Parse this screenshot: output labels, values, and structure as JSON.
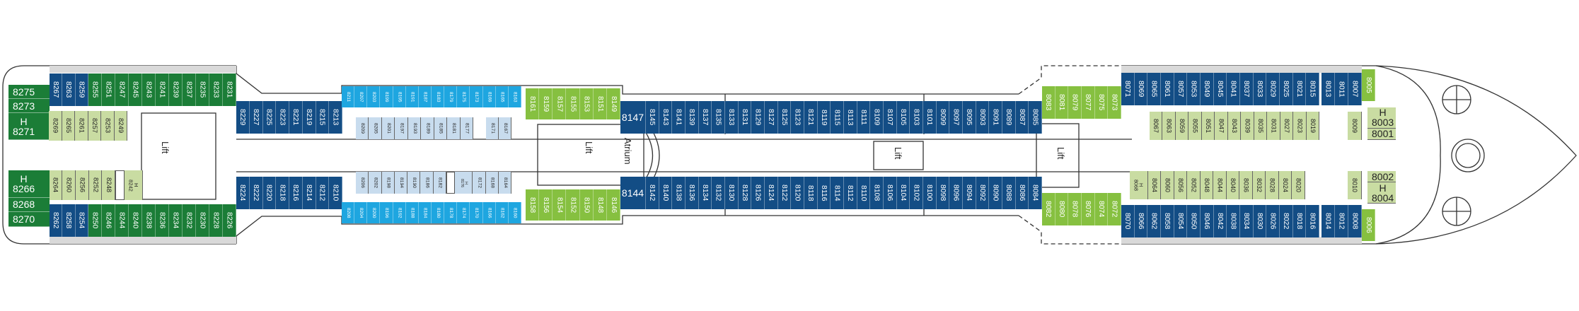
{
  "deck": {
    "labels": {
      "lift": "Lift",
      "atrium": "Atrium"
    },
    "colors": {
      "dark_blue": "#134d85",
      "dark_green": "#1b7d37",
      "light_green": "#c9dca2",
      "lime": "#86c040",
      "light_blue": "#1ea6e0",
      "pale_blue": "#c8dcee",
      "hull_line": "#333333"
    },
    "groups": [
      {
        "id": "aft-port-blue",
        "category": "dark_blue",
        "cabins": [
          "8267",
          "8263",
          "8259"
        ]
      },
      {
        "id": "aft-port-green",
        "category": "dark_green",
        "cabins": [
          "8255",
          "8251",
          "8247",
          "8245",
          "8243",
          "8241",
          "8239",
          "8237",
          "8235",
          "8233",
          "8231"
        ]
      },
      {
        "id": "stern-port",
        "category": "dark_green",
        "cabins": [
          "8275",
          "8273",
          "H 8271"
        ]
      },
      {
        "id": "aft-inner-port",
        "category": "light_green",
        "cabins": [
          "8269",
          "8265",
          "8261",
          "8257",
          "8253",
          "8249"
        ]
      },
      {
        "id": "aft-inner-stbd",
        "category": "light_green",
        "cabins": [
          "8264",
          "8260",
          "8256",
          "8252",
          "8248",
          "",
          "H 8242"
        ]
      },
      {
        "id": "stern-stbd",
        "category": "dark_green",
        "cabins": [
          "H 8266",
          "8268",
          "8270"
        ]
      },
      {
        "id": "aft-stbd-blue",
        "category": "dark_blue",
        "cabins": [
          "8262",
          "8258",
          "8254"
        ]
      },
      {
        "id": "aft-stbd-green",
        "category": "dark_green",
        "cabins": [
          "8250",
          "8246",
          "8244",
          "8240",
          "8238",
          "8236",
          "8234",
          "8232",
          "8230",
          "8228",
          "8226"
        ]
      },
      {
        "id": "mid-aft-port",
        "category": "dark_blue",
        "cabins": [
          "8229",
          "8227",
          "8225",
          "8223",
          "8221",
          "8219",
          "8215",
          "8213"
        ]
      },
      {
        "id": "mid-aft-stbd",
        "category": "dark_blue",
        "cabins": [
          "8224",
          "8222",
          "8220",
          "8218",
          "8216",
          "8214",
          "8212",
          "8210"
        ]
      },
      {
        "id": "lb-port",
        "category": "light_blue",
        "cabins": [
          "8211",
          "8207",
          "8203",
          "8199",
          "8195",
          "8191",
          "8187",
          "8183",
          "8179",
          "8175",
          "8173",
          "8169",
          "8165",
          "8163"
        ]
      },
      {
        "id": "pb-inner-port-a",
        "category": "pale_blue",
        "cabins": [
          "8209",
          "8205",
          "8201",
          "8197",
          "8193",
          "8189",
          "8185",
          "8181",
          "8177"
        ]
      },
      {
        "id": "pb-inner-port-b",
        "category": "pale_blue",
        "cabins": [
          "8171",
          "8167"
        ]
      },
      {
        "id": "pb-inner-stbd",
        "category": "pale_blue",
        "cabins": [
          "8206",
          "8202",
          "8198",
          "8194",
          "8190",
          "8186",
          "8182",
          "",
          "H 8176",
          "8172",
          "8168",
          "8164"
        ]
      },
      {
        "id": "lb-stbd",
        "category": "light_blue",
        "cabins": [
          "8208",
          "8204",
          "8200",
          "8196",
          "8192",
          "8188",
          "8184",
          "8180",
          "8178",
          "8174",
          "8170",
          "8166",
          "8162",
          "8160"
        ]
      },
      {
        "id": "lime-port-mid",
        "category": "lime",
        "cabins": [
          "8161",
          "8159",
          "8157",
          "8155",
          "8153",
          "8151",
          "8149"
        ]
      },
      {
        "id": "lime-stbd-mid",
        "category": "lime",
        "cabins": [
          "8158",
          "8156",
          "8154",
          "8152",
          "8150",
          "8148",
          "8146"
        ]
      },
      {
        "id": "cabin-8147",
        "category": "dark_blue",
        "cabins": [
          "8147"
        ]
      },
      {
        "id": "cabin-8144",
        "category": "dark_blue",
        "cabins": [
          "8144"
        ]
      },
      {
        "id": "db-port-main",
        "category": "dark_blue",
        "cabins": [
          "8145",
          "8143",
          "8141",
          "8139",
          "8137",
          "8135",
          "8133",
          "8131",
          "8129",
          "8127",
          "8125",
          "8123",
          "8121",
          "8119",
          "8115",
          "8113",
          "8111",
          "8109",
          "8107",
          "8105",
          "8103",
          "8101",
          "8099",
          "8097",
          "8095",
          "8093",
          "8091",
          "8089",
          "8087",
          "8085"
        ]
      },
      {
        "id": "db-stbd-main",
        "category": "dark_blue",
        "cabins": [
          "8142",
          "8140",
          "8138",
          "8136",
          "8134",
          "8132",
          "8130",
          "8128",
          "8126",
          "8124",
          "8122",
          "8120",
          "8118",
          "8116",
          "8114",
          "8112",
          "8110",
          "8108",
          "8106",
          "8104",
          "8102",
          "8100",
          "8098",
          "8096",
          "8094",
          "8092",
          "8090",
          "8088",
          "8086",
          "8084"
        ]
      },
      {
        "id": "lime-port-fwd",
        "category": "lime",
        "cabins": [
          "8083",
          "8081",
          "8079",
          "8077",
          "8075",
          "8073"
        ]
      },
      {
        "id": "lime-stbd-fwd",
        "category": "lime",
        "cabins": [
          "8082",
          "8080",
          "8078",
          "8076",
          "8074",
          "8072"
        ]
      },
      {
        "id": "db-port-fwd",
        "category": "dark_blue",
        "cabins": [
          "8071",
          "8069",
          "8065",
          "8061",
          "8057",
          "8053",
          "8049",
          "8045",
          "8041",
          "8037",
          "8033",
          "8029",
          "8025",
          "8021",
          "8015"
        ]
      },
      {
        "id": "db-port-bow",
        "category": "dark_blue",
        "cabins": [
          "8013",
          "8011",
          "8007"
        ]
      },
      {
        "id": "lime-8005",
        "category": "lime",
        "cabins": [
          "8005"
        ]
      },
      {
        "id": "lg-inner-port-fwd",
        "category": "light_green",
        "cabins": [
          "8067",
          "8063",
          "8059",
          "8055",
          "8051",
          "8047",
          "8043",
          "8039",
          "8035",
          "8031",
          "8027",
          "8023",
          "8019"
        ]
      },
      {
        "id": "lg-8009",
        "category": "light_green",
        "cabins": [
          "8009"
        ]
      },
      {
        "id": "lg-inner-stbd-fwd",
        "category": "light_green",
        "cabins": [
          "H 8068",
          "8064",
          "8060",
          "8056",
          "8052",
          "8048",
          "8044",
          "8040",
          "8036",
          "8032",
          "8028",
          "8024",
          "8020"
        ]
      },
      {
        "id": "lg-8010",
        "category": "light_green",
        "cabins": [
          "8010"
        ]
      },
      {
        "id": "db-stbd-fwd",
        "category": "dark_blue",
        "cabins": [
          "8070",
          "8066",
          "8062",
          "8058",
          "8054",
          "8050",
          "8046",
          "8042",
          "8038",
          "8034",
          "8030",
          "8026",
          "8022",
          "8018",
          "8016"
        ]
      },
      {
        "id": "db-stbd-bow",
        "category": "dark_blue",
        "cabins": [
          "8014",
          "8012",
          "8008"
        ]
      },
      {
        "id": "lime-8006",
        "category": "lime",
        "cabins": [
          "8006"
        ]
      },
      {
        "id": "bow-port-suites",
        "category": "light_green",
        "cabins": [
          "H 8003",
          "8001"
        ]
      },
      {
        "id": "bow-stbd-suites",
        "category": "light_green",
        "cabins": [
          "8002",
          "H 8004"
        ]
      }
    ]
  }
}
